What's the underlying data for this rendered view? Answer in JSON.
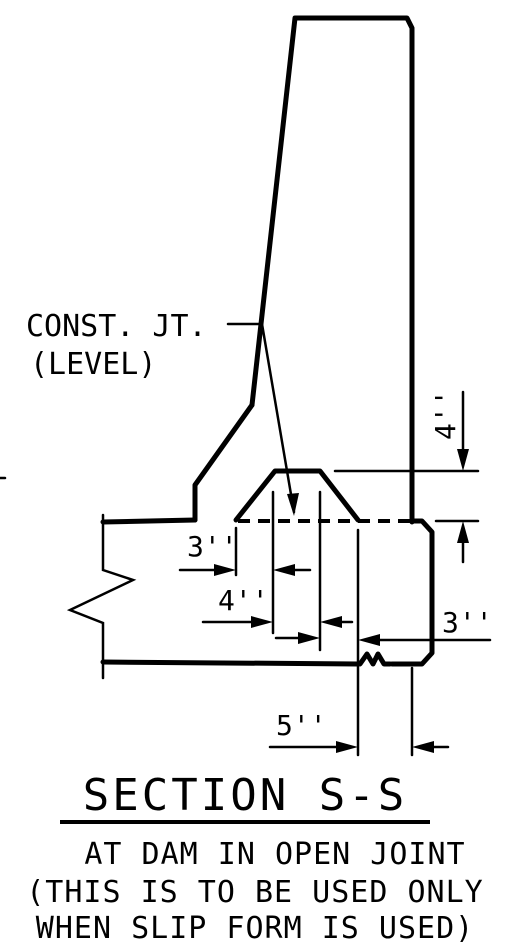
{
  "labels": {
    "const_jt": "CONST. JT.",
    "level": "(LEVEL)",
    "dim_3_left": "3''",
    "dim_4_bottom": "4''",
    "dim_4_right": "4''",
    "dim_3_right": "3''",
    "dim_5": "5''"
  },
  "title": "SECTION S-S",
  "subtitle": {
    "line1": "AT DAM IN OPEN JOINT",
    "line2": "(THIS IS TO BE USED ONLY",
    "line3": "WHEN SLIP FORM IS USED)"
  }
}
